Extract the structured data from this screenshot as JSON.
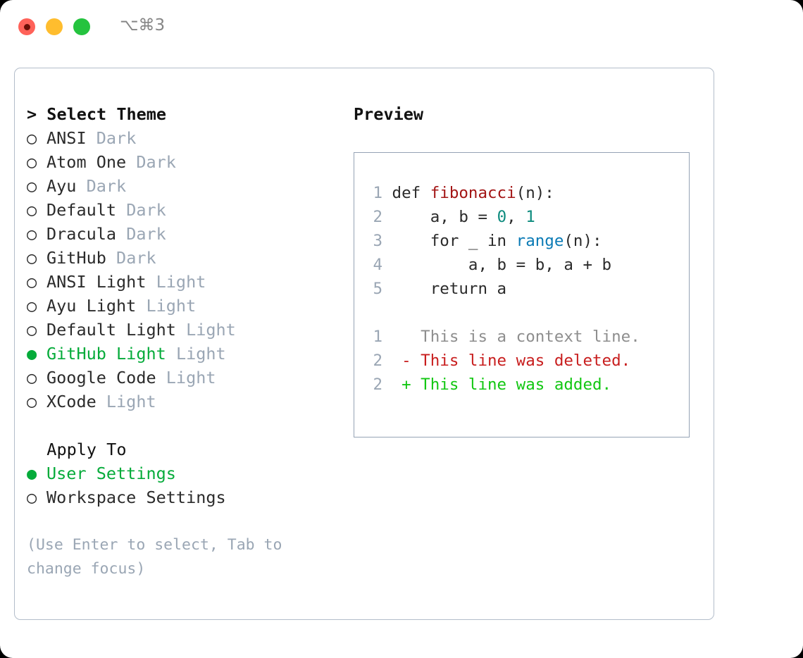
{
  "titlebar": {
    "shortcut": "⌥⌘3",
    "buttons": [
      "close",
      "minimize",
      "maximize"
    ]
  },
  "left": {
    "header": {
      "prefix": "> ",
      "label": "Select Theme"
    },
    "themes": [
      {
        "marker": "○ ",
        "name": "ANSI",
        "kind": "Dark",
        "selected": false
      },
      {
        "marker": "○ ",
        "name": "Atom One",
        "kind": "Dark",
        "selected": false
      },
      {
        "marker": "○ ",
        "name": "Ayu",
        "kind": "Dark",
        "selected": false
      },
      {
        "marker": "○ ",
        "name": "Default",
        "kind": "Dark",
        "selected": false
      },
      {
        "marker": "○ ",
        "name": "Dracula",
        "kind": "Dark",
        "selected": false
      },
      {
        "marker": "○ ",
        "name": "GitHub",
        "kind": "Dark",
        "selected": false
      },
      {
        "marker": "○ ",
        "name": "ANSI Light",
        "kind": "Light",
        "selected": false
      },
      {
        "marker": "○ ",
        "name": "Ayu Light",
        "kind": "Light",
        "selected": false
      },
      {
        "marker": "○ ",
        "name": "Default Light",
        "kind": "Light",
        "selected": false
      },
      {
        "marker": "● ",
        "name": "GitHub Light",
        "kind": "Light",
        "selected": true
      },
      {
        "marker": "○ ",
        "name": "Google Code",
        "kind": "Light",
        "selected": false
      },
      {
        "marker": "○ ",
        "name": "XCode",
        "kind": "Light",
        "selected": false
      }
    ],
    "apply_to": {
      "header": "  Apply To",
      "options": [
        {
          "marker": "● ",
          "label": "User Settings",
          "selected": true
        },
        {
          "marker": "○ ",
          "label": "Workspace Settings",
          "selected": false
        }
      ]
    },
    "hint": "(Use Enter to select, Tab to change focus)"
  },
  "right": {
    "title": "Preview",
    "code": [
      {
        "num": "1",
        "parts": [
          {
            "t": "def ",
            "c": "plain"
          },
          {
            "t": "fibonacci",
            "c": "fn"
          },
          {
            "t": "(n):",
            "c": "plain"
          }
        ]
      },
      {
        "num": "2",
        "parts": [
          {
            "t": "    a, b = ",
            "c": "plain"
          },
          {
            "t": "0",
            "c": "num"
          },
          {
            "t": ", ",
            "c": "plain"
          },
          {
            "t": "1",
            "c": "num"
          }
        ]
      },
      {
        "num": "3",
        "parts": [
          {
            "t": "    for _ in ",
            "c": "plain"
          },
          {
            "t": "range",
            "c": "call"
          },
          {
            "t": "(n):",
            "c": "plain"
          }
        ]
      },
      {
        "num": "4",
        "parts": [
          {
            "t": "        a, b = b, a + b",
            "c": "plain"
          }
        ]
      },
      {
        "num": "5",
        "parts": [
          {
            "t": "    return a",
            "c": "plain"
          }
        ]
      }
    ],
    "diff": [
      {
        "num": "1",
        "sign": "  ",
        "text": "This is a context line.",
        "kind": "ctx"
      },
      {
        "num": "2",
        "sign": "- ",
        "text": "This line was deleted.",
        "kind": "del"
      },
      {
        "num": "2",
        "sign": "+ ",
        "text": "This line was added.",
        "kind": "add"
      }
    ]
  },
  "colors": {
    "accent_green": "#05ab3a",
    "muted": "#9aa6b4",
    "diff_add": "#12c712",
    "diff_del": "#c81e1e",
    "syntax_fn": "#a31515",
    "syntax_num": "#0d8b7e",
    "syntax_call": "#0a7ab5",
    "border": "#95a3b5"
  }
}
